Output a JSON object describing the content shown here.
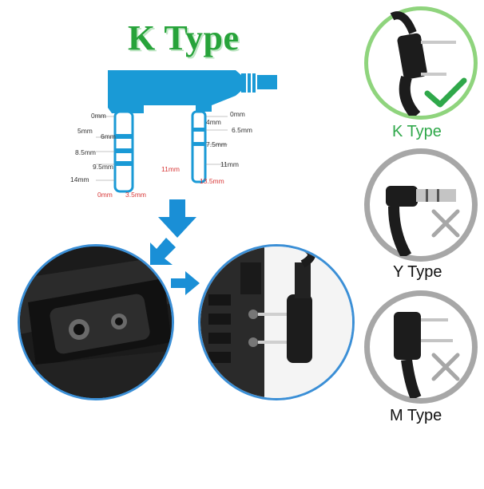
{
  "title": "K Type",
  "diagram": {
    "left_plug": [
      "0mm",
      "5mm",
      "6mm",
      "8.5mm",
      "9.5mm",
      "14mm"
    ],
    "right_plug": [
      "0mm",
      "4mm",
      "6.5mm",
      "7.5mm",
      "11mm"
    ],
    "bottom_left": [
      "0mm",
      "3.5mm"
    ],
    "bottom_right": [
      "11mm",
      "13.5mm"
    ]
  },
  "types": [
    {
      "label": "K Type",
      "status": "check"
    },
    {
      "label": "Y Type",
      "status": "cross"
    },
    {
      "label": "M Type",
      "status": "cross"
    }
  ],
  "colors": {
    "accent_blue": "#1a9ad6",
    "green": "#2fa84a",
    "gray": "#a7a7a7"
  }
}
